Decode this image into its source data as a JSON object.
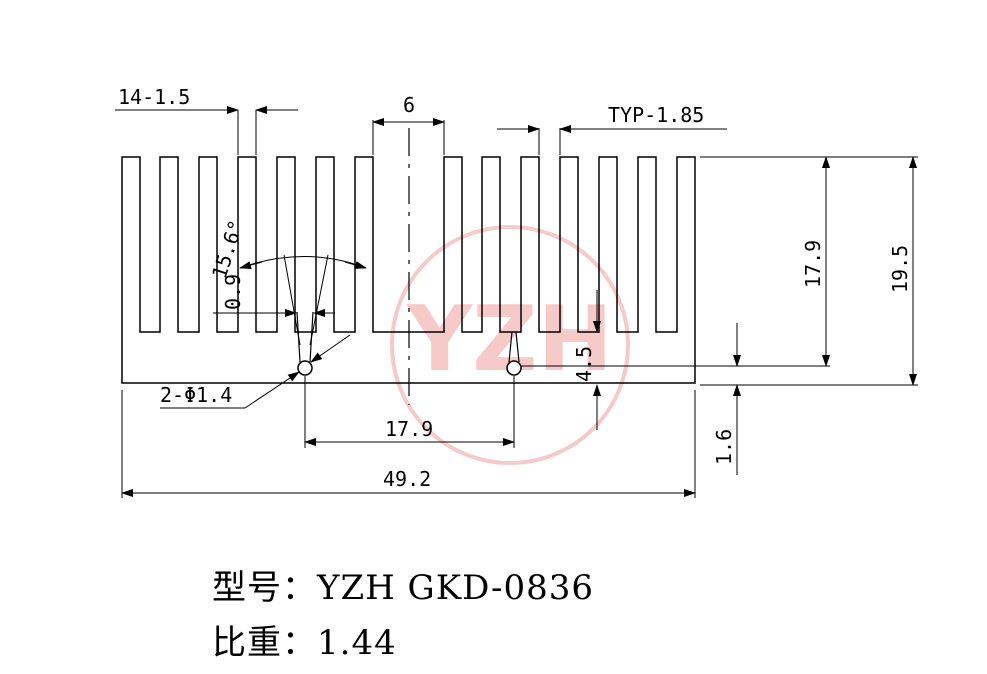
{
  "drawing": {
    "fin_count_spec": "14-1.5",
    "gap_width": "6",
    "typical_fin": "TYP-1.85",
    "angle": "15.6°",
    "tip_width": "0.9",
    "hole_spec": "2-Φ1.4",
    "hole_spacing": "17.9",
    "total_width": "49.2",
    "fin_height": "17.9",
    "total_height": "19.5",
    "base_thickness": "1.6",
    "hole_height": "4.5",
    "watermark_text": "YZH"
  },
  "caption": {
    "model_label": "型号：",
    "model_value": "YZH GKD-0836",
    "weight_label": "比重：",
    "weight_value": "1.44"
  },
  "colors": {
    "line": "#000000",
    "watermark": "#f2a0a0",
    "background": "#ffffff"
  }
}
